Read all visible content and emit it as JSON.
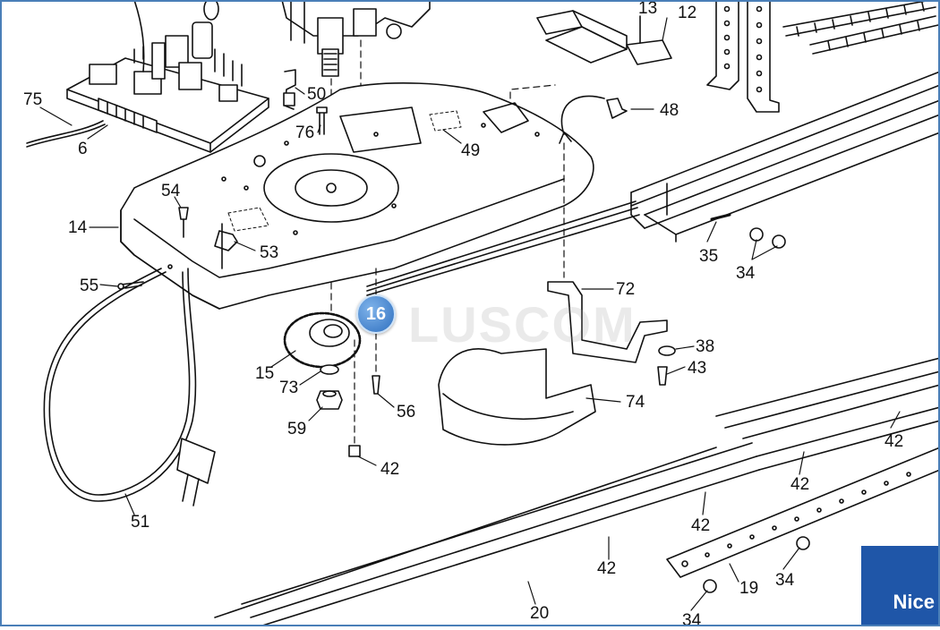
{
  "labels": {
    "n75": "75",
    "n6": "6",
    "n50": "50",
    "n13": "13",
    "n12": "12",
    "n48": "48",
    "n76": "76",
    "n49": "49",
    "n54": "54",
    "n14": "14",
    "n53": "53",
    "n35": "35",
    "n34a": "34",
    "n55": "55",
    "n72": "72",
    "n38": "38",
    "n43": "43",
    "n15": "15",
    "n73": "73",
    "n56": "56",
    "n74": "74",
    "n59": "59",
    "n42a": "42",
    "n42b": "42",
    "n42c": "42",
    "n42d": "42",
    "n42e": "42",
    "n51": "51",
    "n19": "19",
    "n34b": "34",
    "n20": "20",
    "n34c": "34"
  },
  "badge": "16",
  "watermark": "LUSCOM",
  "logo": "Nice",
  "colors": {
    "frame": "#4a7fb8",
    "logo_bg": "#1f56a8",
    "badge": "#2e6fbf",
    "line": "#111111"
  }
}
